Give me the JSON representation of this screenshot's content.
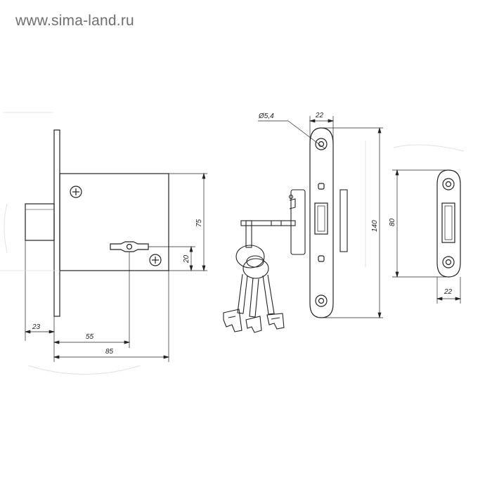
{
  "watermark": {
    "text": "www.sima-land.ru"
  },
  "dimensions": {
    "backset_depth": "23",
    "keyhole_offset": "55",
    "case_depth": "85",
    "case_height": "75",
    "keyhole_height": "20",
    "screw_hole_diameter": "Ø5,4",
    "faceplate_width": "22",
    "faceplate_length": "140",
    "strike_length": "80",
    "strike_width": "22"
  },
  "colors": {
    "line": "#222222",
    "faint": "#d9d9d9",
    "watermark": "#6f6f6f"
  }
}
